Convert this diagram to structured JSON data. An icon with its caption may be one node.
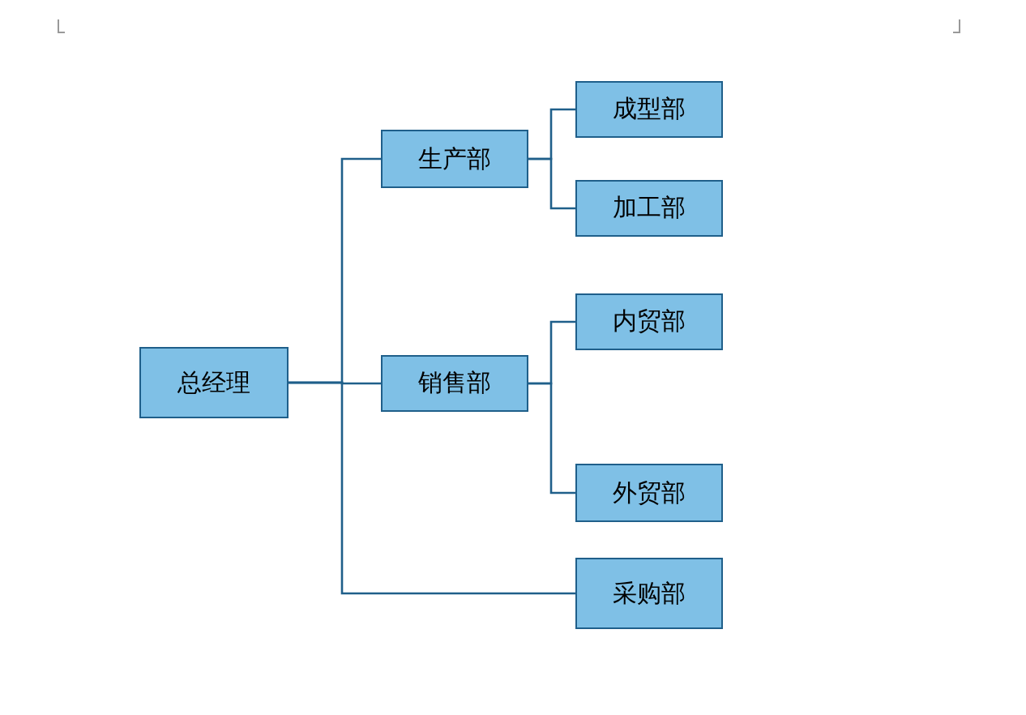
{
  "diagram": {
    "nodes": [
      {
        "text": [
          "总经理"
        ]
      },
      {
        "text": [
          "生产部"
        ]
      },
      {
        "text": [
          "成型部"
        ]
      },
      {
        "text": [
          "加工部"
        ]
      },
      {
        "text": [
          "销售部"
        ]
      },
      {
        "text": [
          "内贸部"
        ]
      },
      {
        "text": [
          "外贸部"
        ]
      },
      {
        "text": [
          "采购部"
        ]
      }
    ],
    "edges": [
      {
        "from": 0,
        "to": 1,
        "arrow": "none"
      },
      {
        "from": 0,
        "to": 4,
        "arrow": "none"
      },
      {
        "from": 0,
        "to": 7,
        "arrow": "none"
      },
      {
        "from": 1,
        "to": 2,
        "arrow": "none"
      },
      {
        "from": 1,
        "to": 3,
        "arrow": "none"
      },
      {
        "from": 4,
        "to": 5,
        "arrow": "none"
      },
      {
        "from": 4,
        "to": 6,
        "arrow": "none"
      }
    ]
  }
}
